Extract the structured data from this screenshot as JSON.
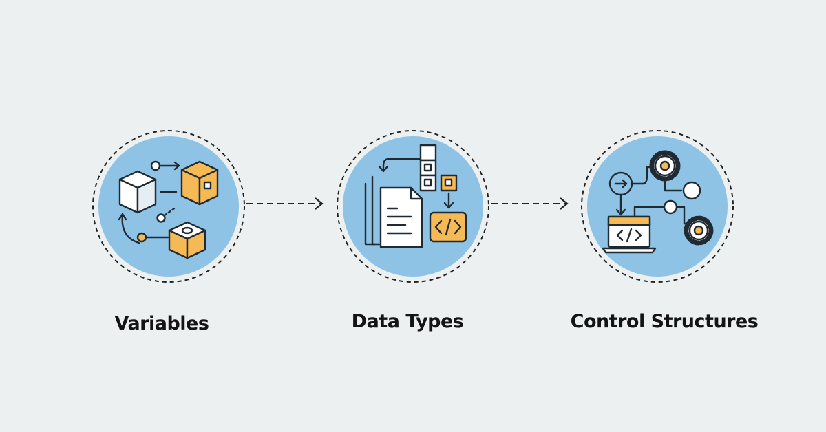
{
  "steps": [
    {
      "label": "Variables",
      "icon": "cubes-icon"
    },
    {
      "label": "Data Types",
      "icon": "documents-icon"
    },
    {
      "label": "Control Structures",
      "icon": "gears-icon"
    }
  ],
  "colors": {
    "background": "#edf0f0",
    "circle_fill": "#8ec3e6",
    "accent_orange": "#f5b955",
    "line": "#1f2a33",
    "dashed_ring": "#222222"
  }
}
